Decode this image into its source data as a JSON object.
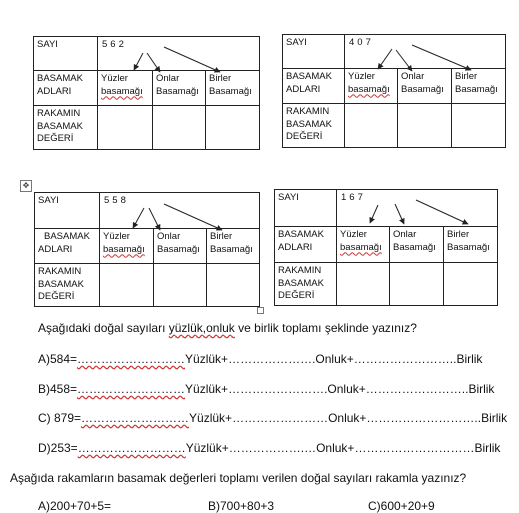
{
  "tables": [
    {
      "label_sayi": "SAYI",
      "number": "562",
      "basamak_1": "BASAMAK",
      "basamak_2": "ADLARI",
      "yuzler_1": "Yüzler",
      "yuzler_2": "basamağı",
      "onlar_1": "Onlar",
      "onlar_2": "Basamağı",
      "birler_1": "Birler",
      "birler_2": "Basamağı",
      "rakam_1": "RAKAMIN",
      "rakam_2": "BASAMAK",
      "rakam_3": "DEĞERİ"
    },
    {
      "label_sayi": "SAYI",
      "number": "407",
      "basamak_1": "BASAMAK",
      "basamak_2": "ADLARI",
      "yuzler_1": "Yüzler",
      "yuzler_2": "basamağı",
      "onlar_1": "Onlar",
      "onlar_2": "Basamağı",
      "birler_1": "Birler",
      "birler_2": "Basamağı",
      "rakam_1": "RAKAMIN",
      "rakam_2": "BASAMAK",
      "rakam_3": "DEĞERİ"
    },
    {
      "label_sayi": "SAYI",
      "number": "558",
      "basamak_1": "BASAMAK",
      "basamak_2": "ADLARI",
      "yuzler_1": "Yüzler",
      "yuzler_2": "basamağı",
      "onlar_1": "Onlar",
      "onlar_2": "Basamağı",
      "birler_1": "Birler",
      "birler_2": "Basamağı",
      "rakam_1": "RAKAMIN",
      "rakam_2": "BASAMAK",
      "rakam_3": "DEĞERİ"
    },
    {
      "label_sayi": "SAYI",
      "number": "167",
      "basamak_1": "BASAMAK",
      "basamak_2": "ADLARI",
      "yuzler_1": "Yüzler",
      "yuzler_2": "basamağı",
      "onlar_1": "Onlar",
      "onlar_2": "Basamağı",
      "birler_1": "Birler",
      "birler_2": "Basamağı",
      "rakam_1": "RAKAMIN",
      "rakam_2": "BASAMAK",
      "rakam_3": "DEĞERİ"
    }
  ],
  "instruction_1": {
    "a": "Aşağıdaki doğal sayıları ",
    "b": "yüzlük,onluk",
    "c": "  ve birlik toplamı şeklinde  yazınız?"
  },
  "exercises": [
    {
      "prefix": "A)584=",
      "d1": "………………………",
      "u1": "Yüzlük+",
      "d2": "………………….",
      "u2": "Onluk+",
      "d3": "……………………..",
      "u3": "Birlik"
    },
    {
      "prefix": "B)458=",
      "d1": "………………………",
      "u1": "Yüzlük+",
      "d2": "…………………….",
      "u2": "Onluk+",
      "d3": "……………………..",
      "u3": "Birlik"
    },
    {
      "prefix": "C) 879=",
      "d1": "………………………",
      "u1": "Yüzlük+",
      "d2": "……………………",
      "u2": "Onluk+",
      "d3": "………………………..",
      "u3": "Birlik"
    },
    {
      "prefix": "D)253=",
      "d1": "………………………",
      "u1": "Yüzlük+",
      "d2": "……………….…",
      "u2": "Onluk+",
      "d3": "…………………………",
      "u3": "Birlik"
    }
  ],
  "instruction_2": "Aşağıda rakamların basamak değerleri toplamı verilen  doğal sayıları rakamla yazınız?",
  "sums": {
    "a": "A)200+70+5=",
    "b": "B)700+80+3",
    "c": "C)600+20+9"
  }
}
